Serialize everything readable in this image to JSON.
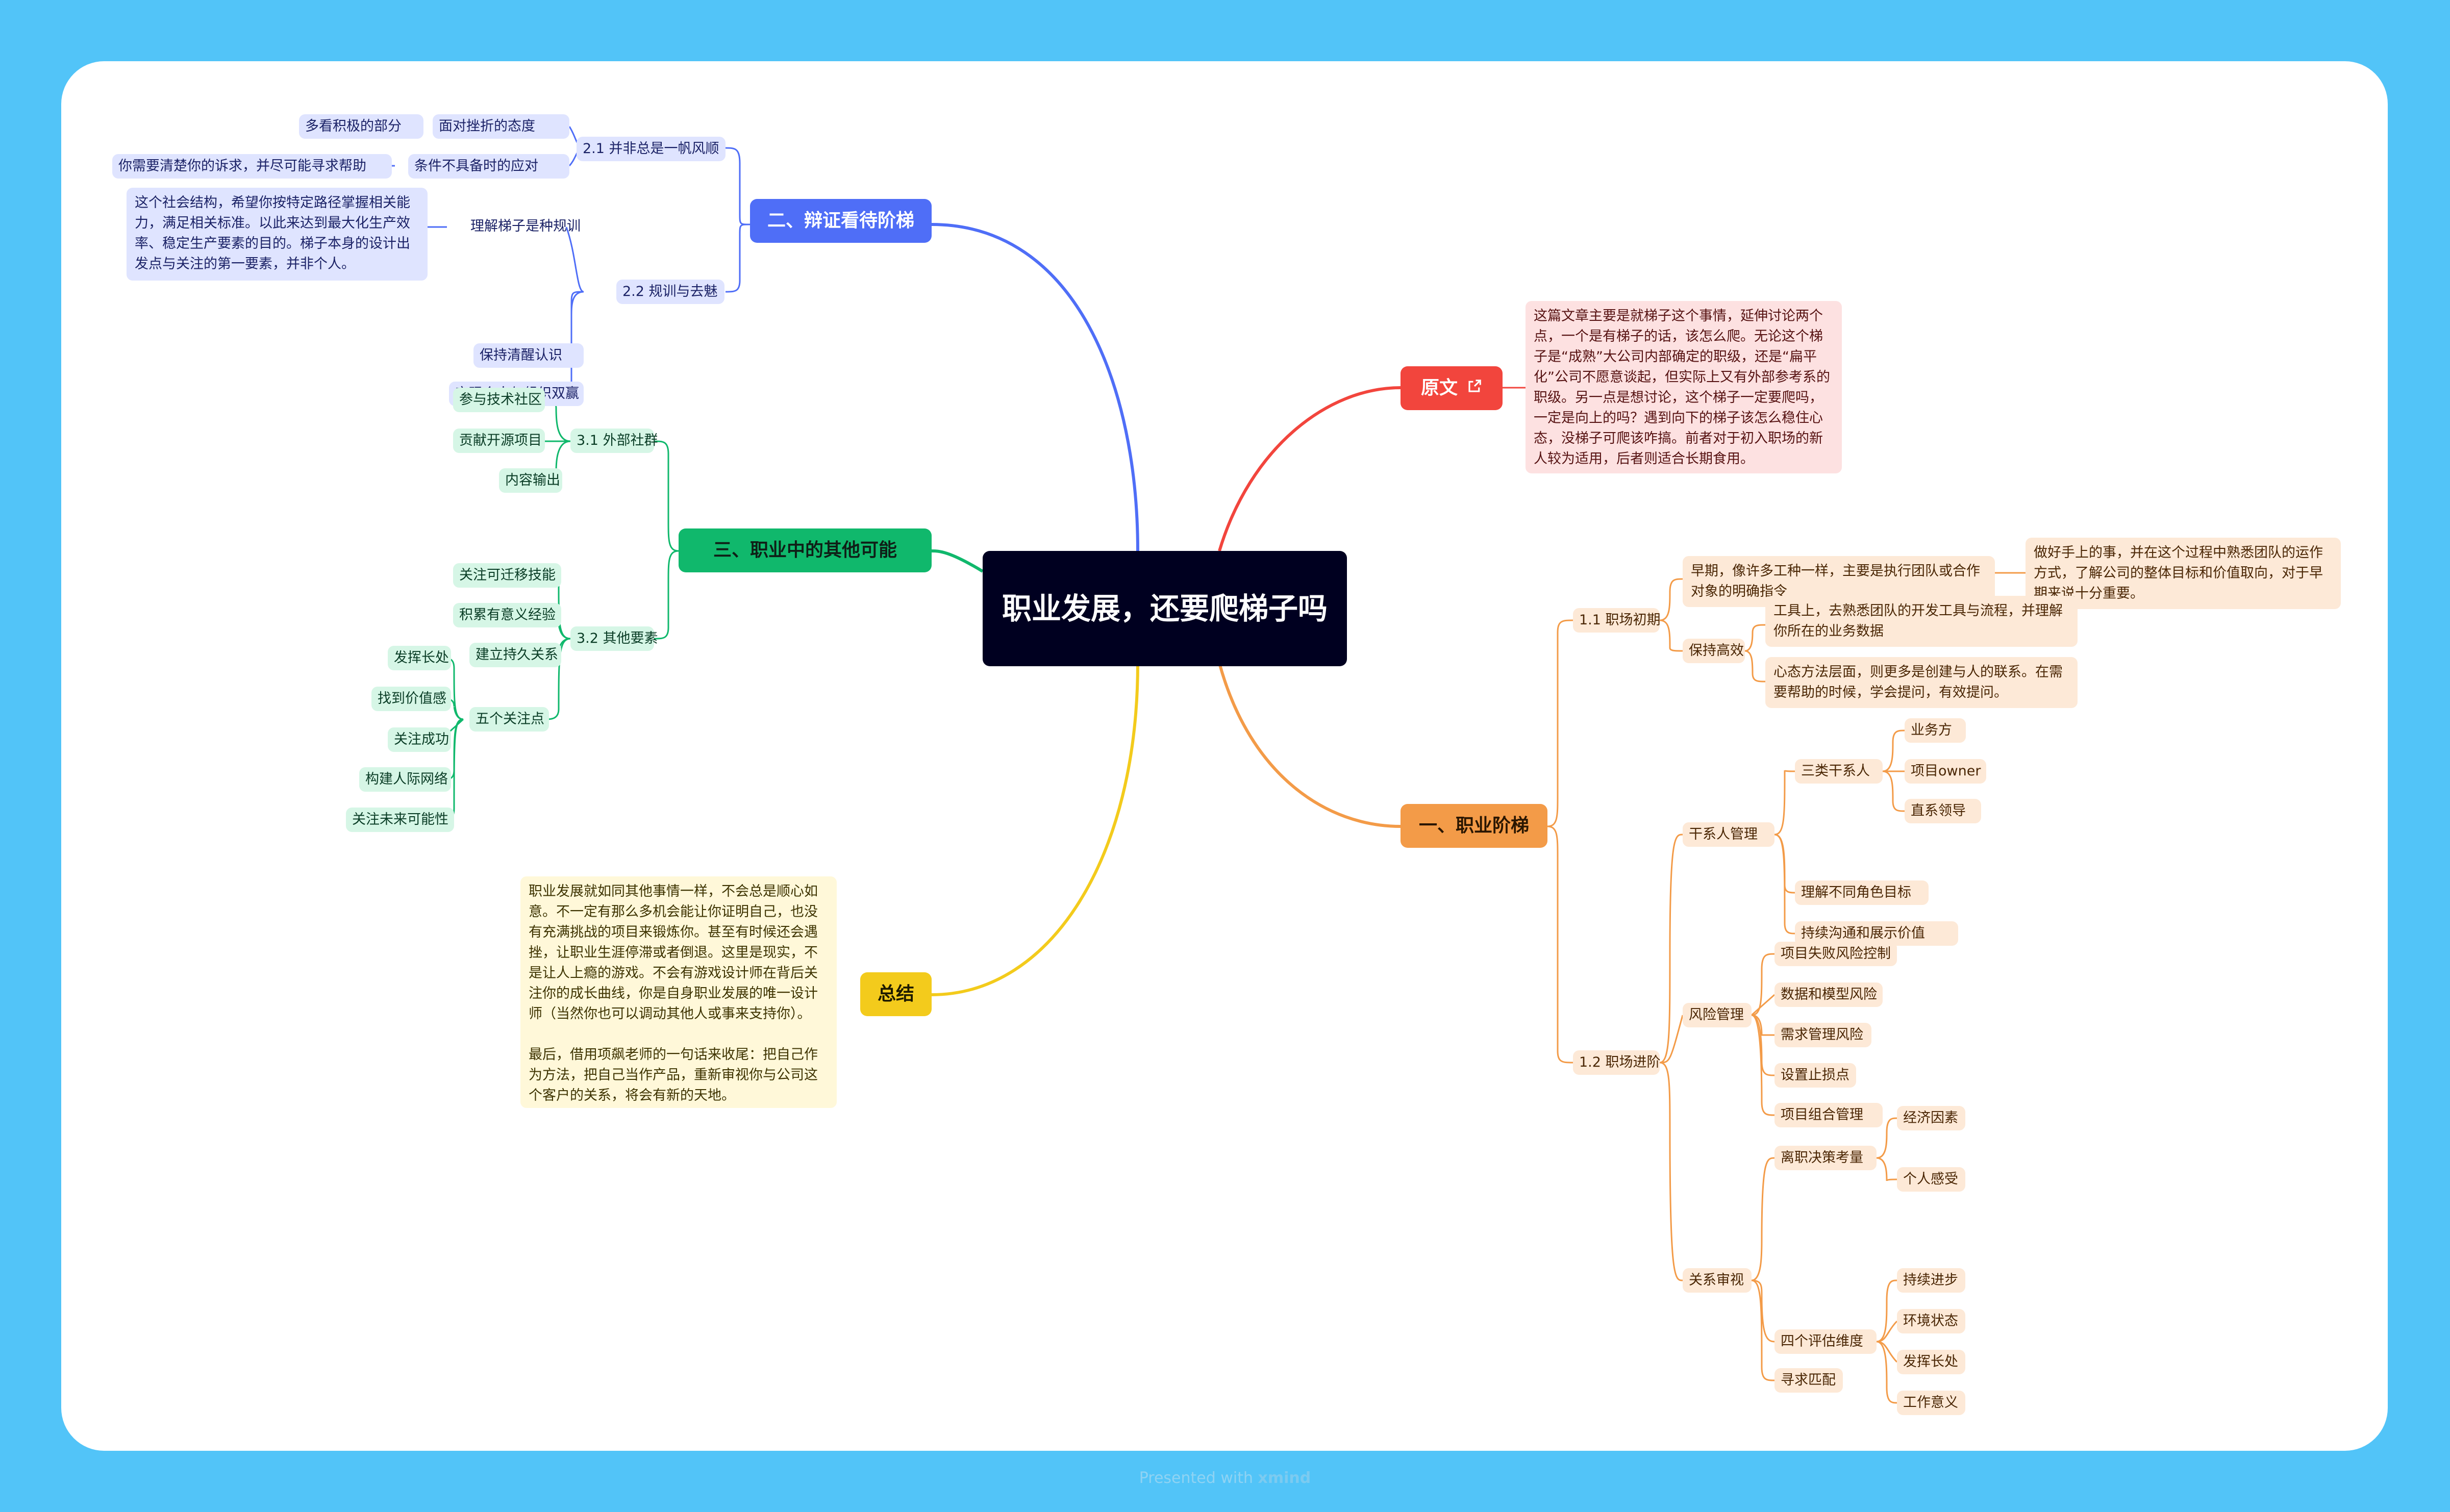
{
  "title": "职业发展，还要爬梯子吗",
  "footer": {
    "prefix": "Presented with",
    "brand": "xmind"
  },
  "colors": {
    "blue": "#4f6ef7",
    "green": "#10b86c",
    "yellow": "#f3cb1c",
    "red": "#f2453d",
    "orange": "#f39b48",
    "background": "#52c4f8"
  },
  "branches": {
    "blue": {
      "label": "二、辩证看待阶梯",
      "s21": {
        "label": "2.1 并非总是一帆风顺",
        "a": "面对挫折的态度",
        "a_leaf": "多看积极的部分",
        "b": "条件不具备时的应对",
        "b_leaf": "你需要清楚你的诉求，并尽可能寻求帮助"
      },
      "s22": {
        "label": "2.2 规训与去魅",
        "a": "理解梯子是种规训",
        "a_leaf": "这个社会结构，希望你按特定路径掌握相关能力，满足相关标准。以此来达到最大化生产效率、稳定生产要素的目的。梯子本身的设计出发点与关注的第一要素，并非个人。",
        "b": "保持清醒认识",
        "c": "实现个人与组织双赢"
      }
    },
    "green": {
      "label": "三、职业中的其他可能",
      "s31": {
        "label": "3.1 外部社群",
        "items": [
          "参与技术社区",
          "贡献开源项目",
          "内容输出"
        ]
      },
      "s32": {
        "label": "3.2 其他要素",
        "items": [
          "关注可迁移技能",
          "积累有意义经验",
          "建立持久关系"
        ],
        "five": {
          "label": "五个关注点",
          "items": [
            "发挥长处",
            "找到价值感",
            "关注成功",
            "构建人际网络",
            "关注未来可能性"
          ]
        }
      }
    },
    "yellow": {
      "label": "总结",
      "para1": "职业发展就如同其他事情一样，不会总是顺心如意。不一定有那么多机会能让你证明自己，也没有充满挑战的项目来锻炼你。甚至有时候还会遇挫，让职业生涯停滞或者倒退。这里是现实，不是让人上瘾的游戏。不会有游戏设计师在背后关注你的成长曲线，你是自身职业发展的唯一设计师（当然你也可以调动其他人或事来支持你）。",
      "para2": "最后，借用项飙老师的一句话来收尾：把自己作为方法，把自己当作产品，重新审视你与公司这个客户的关系，将会有新的天地。"
    },
    "red": {
      "label": "原文",
      "note": "这篇文章主要是就梯子这个事情，延伸讨论两个点，一个是有梯子的话，该怎么爬。无论这个梯子是“成熟”大公司内部确定的职级，还是“扁平化”公司不愿意谈起，但实际上又有外部参考系的职级。另一点是想讨论，这个梯子一定要爬吗，一定是向上的吗？遇到向下的梯子该怎么稳住心态，没梯子可爬该咋搞。前者对于初入职场的新人较为适用，后者则适合长期食用。"
    },
    "orange": {
      "label": "一、职业阶梯",
      "s11": {
        "label": "1.1 职场初期",
        "early": "早期，像许多工种一样，主要是执行团队或合作对象的明确指令",
        "early_leaf": "做好手上的事，并在这个过程中熟悉团队的运作方式，了解公司的整体目标和价值取向，对于早期来说十分重要。",
        "efficient": "保持高效",
        "eff_a": "工具上，去熟悉团队的开发工具与流程，并理解你所在的业务数据",
        "eff_b": "心态方法层面，则更多是创建与人的联系。在需要帮助的时候，学会提问，有效提问。"
      },
      "s12": {
        "label": "1.2 职场进阶",
        "stake": {
          "label": "干系人管理",
          "three": {
            "label": "三类干系人",
            "items": [
              "业务方",
              "项目owner",
              "直系领导"
            ]
          },
          "understand": "理解不同角色目标",
          "communicate": "持续沟通和展示价值"
        },
        "risk": {
          "label": "风险管理",
          "items": [
            "项目失败风险控制",
            "数据和模型风险",
            "需求管理风险",
            "设置止损点",
            "项目组合管理"
          ]
        },
        "review": {
          "label": "关系审视",
          "leave": {
            "label": "离职决策考量",
            "items": [
              "经济因素",
              "个人感受"
            ]
          },
          "four": {
            "label": "四个评估维度",
            "items": [
              "持续进步",
              "环境状态",
              "发挥长处",
              "工作意义"
            ]
          },
          "match": "寻求匹配"
        }
      }
    }
  }
}
